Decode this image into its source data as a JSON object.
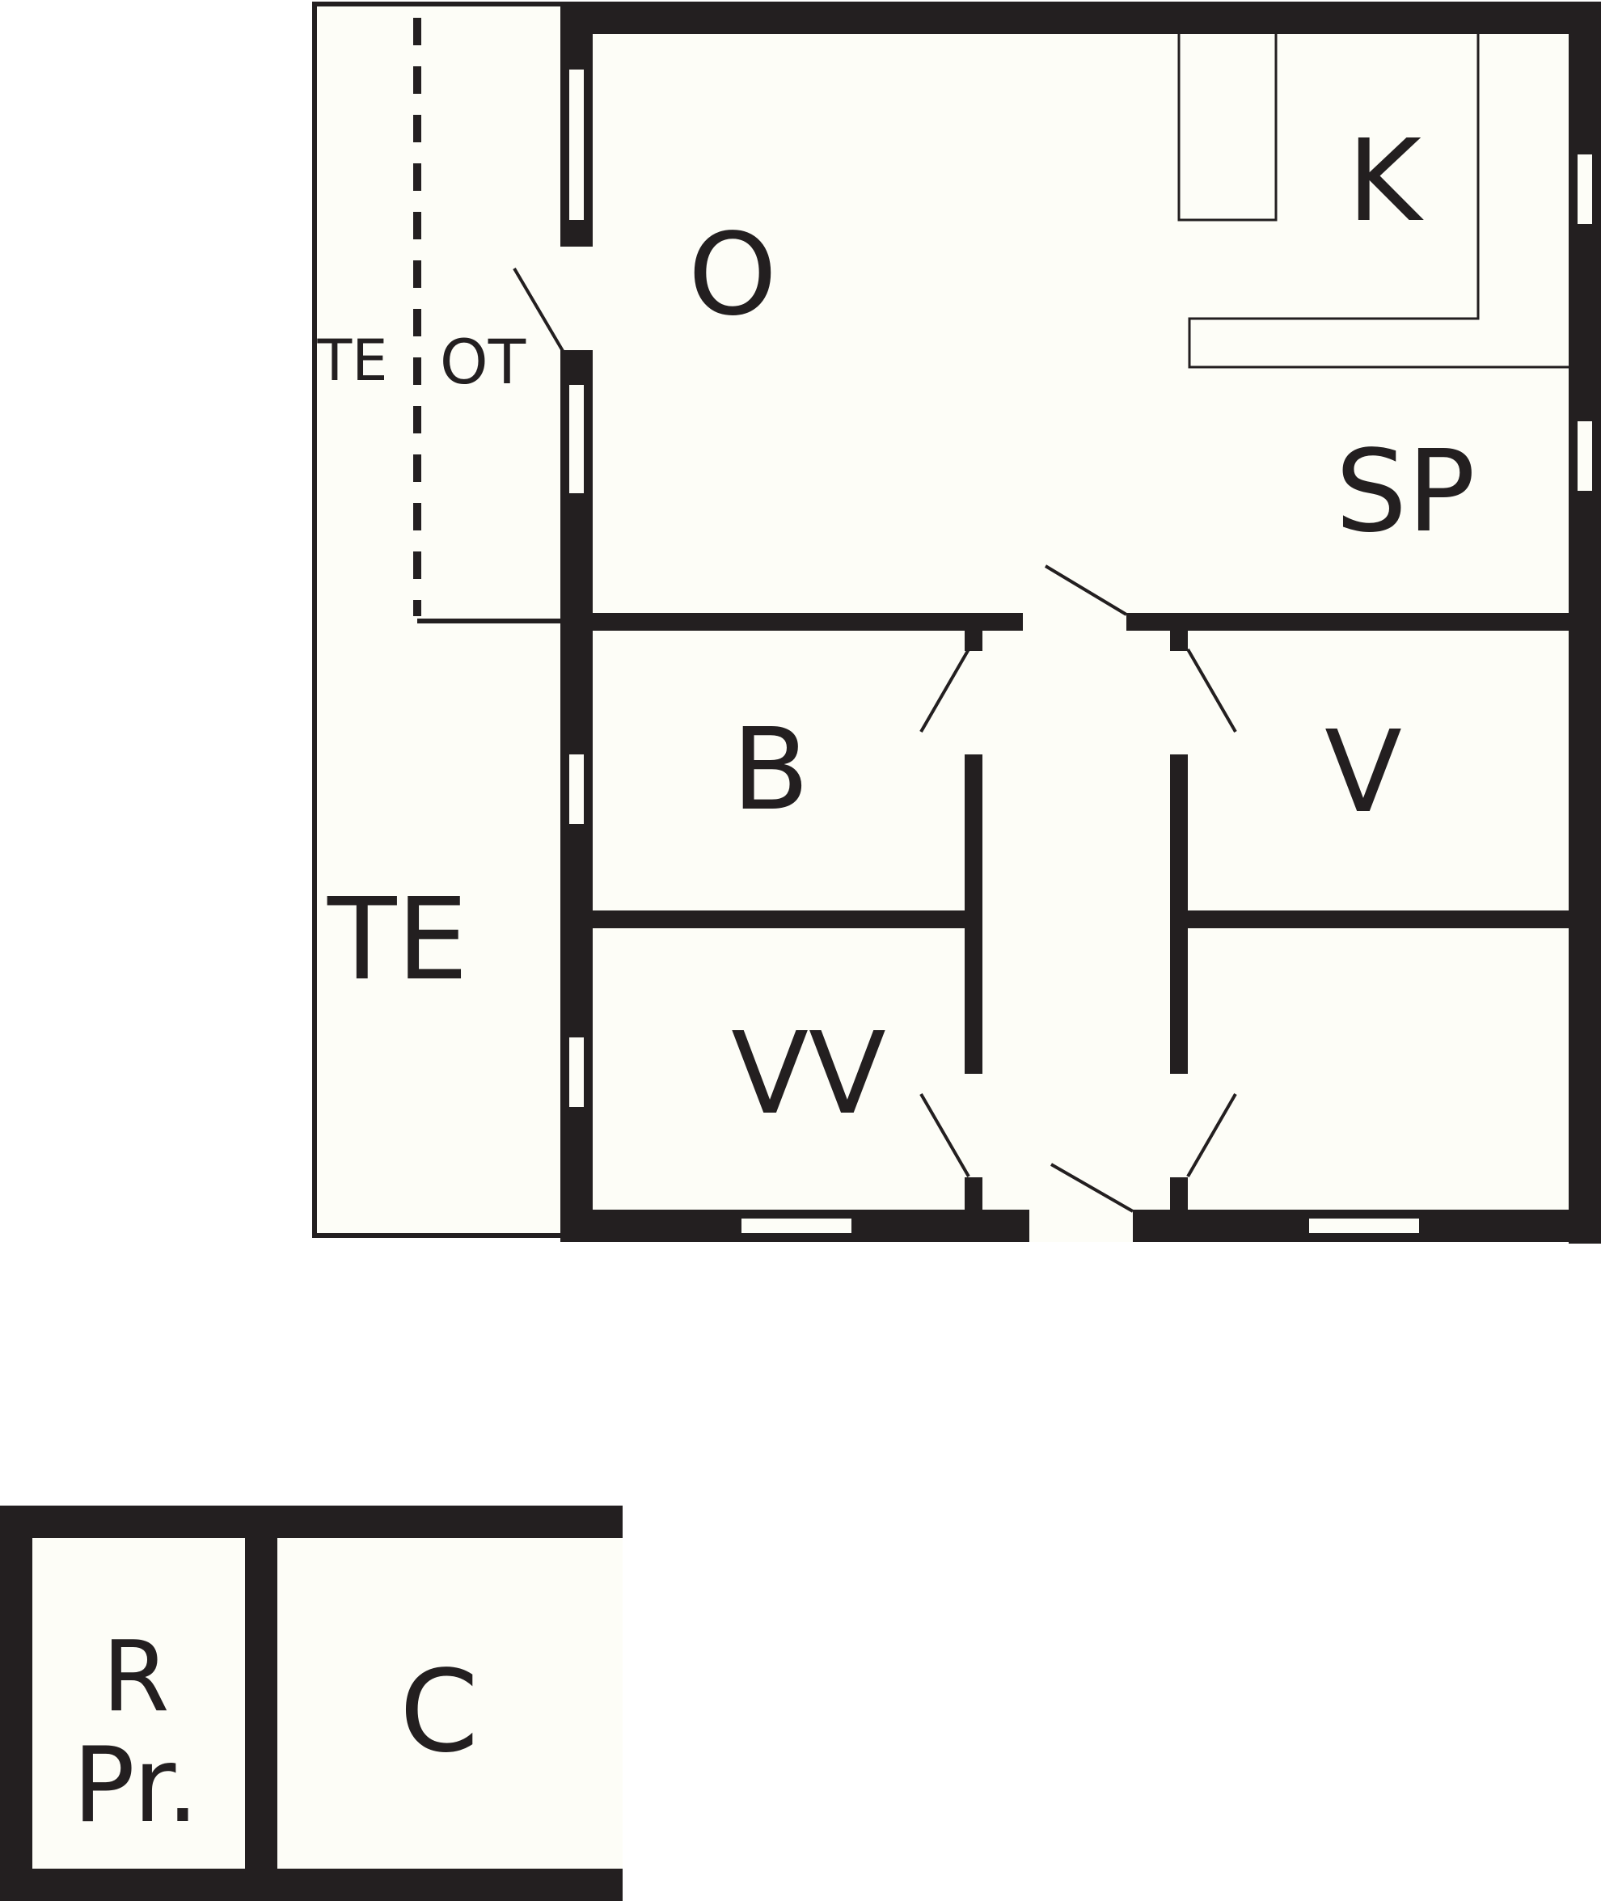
{
  "colors": {
    "wall": "#231f20",
    "floor": "#fdfdf7",
    "background": "#ffffff",
    "opening": "#fdfdf7"
  },
  "main_plan": {
    "rooms": {
      "living": "O",
      "kitchen": "K",
      "dining": "SP",
      "terrace_small": "TE",
      "covered_terrace": "OT",
      "terrace_large": "TE",
      "bedroom": "B",
      "bathroom": "VV",
      "closet": "V"
    }
  },
  "outbuilding": {
    "rooms": {
      "storage_line1": "R",
      "storage_line2": "Pr.",
      "carport": "C"
    }
  }
}
